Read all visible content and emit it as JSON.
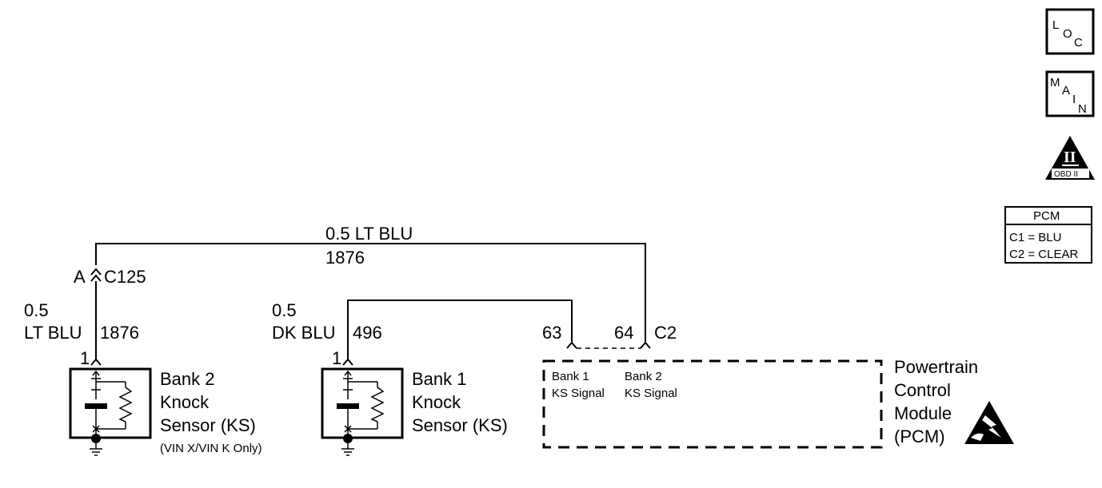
{
  "wires": {
    "top_wire_size_color": "0.5 LT BLU",
    "top_wire_circuit": "1876",
    "left_wire_size": "0.5",
    "left_wire_color": "LT BLU",
    "left_wire_circuit": "1876",
    "mid_wire_size": "0.5",
    "mid_wire_color": "DK BLU",
    "mid_wire_circuit": "496"
  },
  "connectors": {
    "c125_pin": "A",
    "c125_name": "C125",
    "bank2_pin": "1",
    "bank1_pin": "1",
    "pcm_pin_63": "63",
    "pcm_pin_64": "64",
    "pcm_connector": "C2"
  },
  "bank2_sensor": {
    "line1": "Bank 2",
    "line2": "Knock",
    "line3": "Sensor (KS)",
    "note": "(VIN X/VIN K Only)"
  },
  "bank1_sensor": {
    "line1": "Bank 1",
    "line2": "Knock",
    "line3": "Sensor (KS)"
  },
  "pcm": {
    "label_line1": "Powertrain",
    "label_line2": "Control",
    "label_line3": "Module",
    "label_line4": "(PCM)",
    "bank1_signal_line1": "Bank 1",
    "bank1_signal_line2": "KS Signal",
    "bank2_signal_line1": "Bank 2",
    "bank2_signal_line2": "KS Signal"
  },
  "side_icons": {
    "loc_l": "L",
    "loc_o": "O",
    "loc_c": "C",
    "main_m": "M",
    "main_a": "A",
    "main_i": "I",
    "main_n": "N",
    "obd_roman": "II",
    "obd_label": "OBD II",
    "icon_names": [
      "location-icon",
      "main-icon",
      "obd-ii-icon",
      "esd-warning-icon",
      "ground-icon"
    ]
  },
  "pcm_legend": {
    "title": "PCM",
    "c1": "C1 = BLU",
    "c2": "C2 = CLEAR"
  }
}
